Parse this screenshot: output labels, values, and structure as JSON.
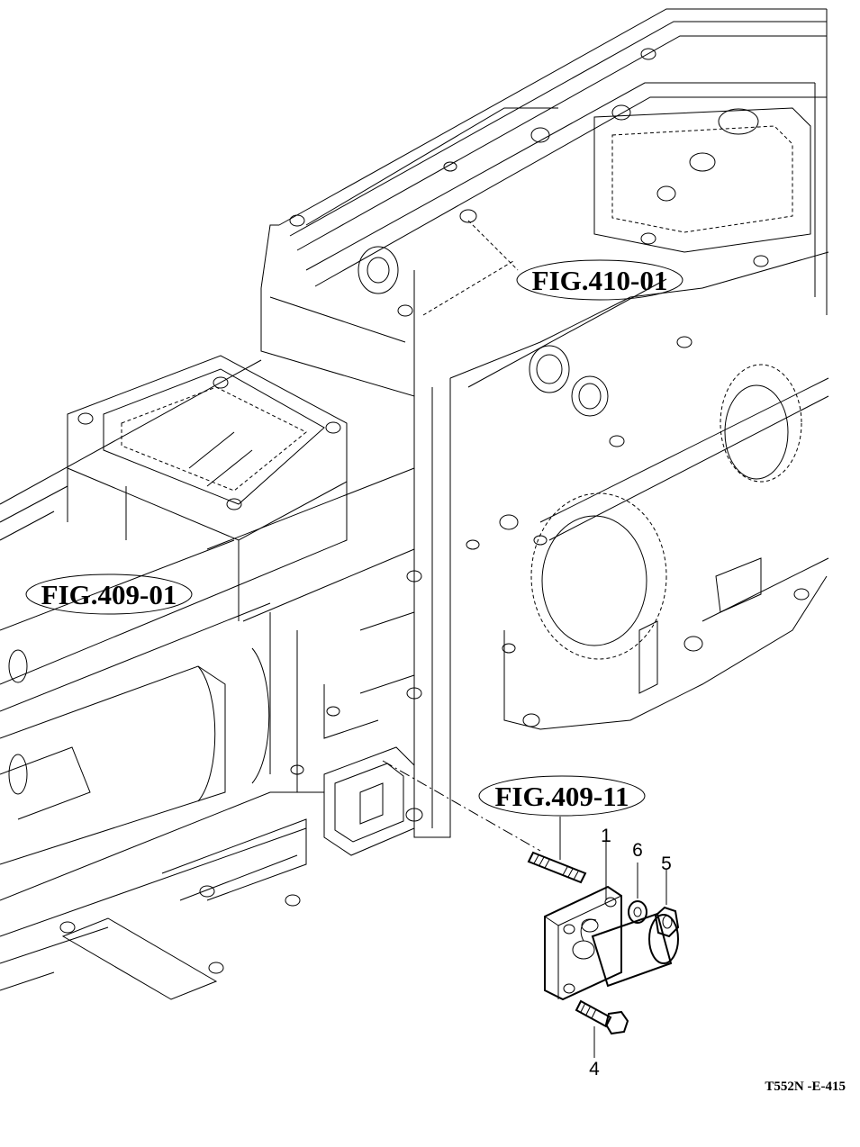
{
  "figure_refs": [
    {
      "id": "fig-410-01",
      "label": "FIG.410-01"
    },
    {
      "id": "fig-409-01",
      "label": "FIG.409-01"
    },
    {
      "id": "fig-409-11",
      "label": "FIG.409-11"
    }
  ],
  "callouts": {
    "part_1": "1",
    "part_4": "4",
    "part_5": "5",
    "part_6": "6"
  },
  "document_id": "T552N -E-415",
  "colors": {
    "ink": "#000000",
    "paper": "#ffffff"
  }
}
